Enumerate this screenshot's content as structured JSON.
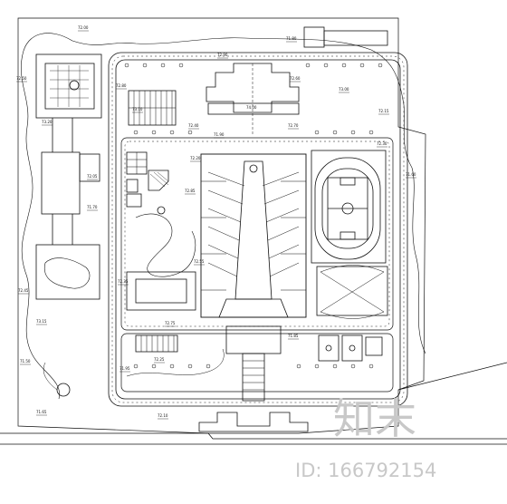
{
  "plan": {
    "center_label": "74.00",
    "elevations": [
      "72.00",
      "71.80",
      "72.50",
      "73.20",
      "72.80",
      "73.10",
      "72.90",
      "72.60",
      "73.00",
      "72.15",
      "72.40",
      "71.90",
      "72.70",
      "72.30",
      "72.20",
      "71.60",
      "72.05",
      "71.70",
      "72.85",
      "72.55",
      "72.45",
      "72.35",
      "73.15",
      "72.75",
      "71.85",
      "71.95",
      "72.25",
      "71.50",
      "71.65",
      "72.10"
    ]
  },
  "watermark": {
    "logo_text": "知末",
    "id_text": "ID: 166792154"
  },
  "colors": {
    "line": "#111111",
    "watermark": "#c8c8c8"
  }
}
